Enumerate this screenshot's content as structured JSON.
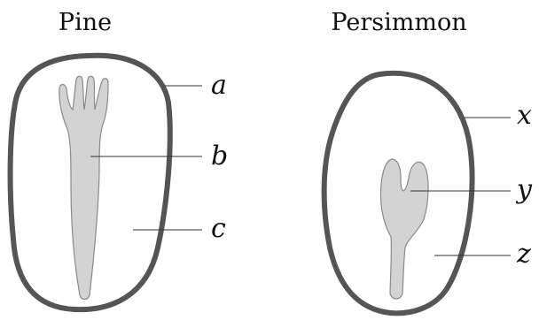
{
  "seeds": [
    {
      "title": "Pine",
      "labels": [
        "a",
        "b",
        "c"
      ]
    },
    {
      "title": "Persimmon",
      "labels": [
        "x",
        "y",
        "z"
      ]
    }
  ],
  "colors": {
    "seed_coat_outline": "#555555",
    "embryo_fill": "#d3d3d3",
    "background": "#ffffff"
  }
}
